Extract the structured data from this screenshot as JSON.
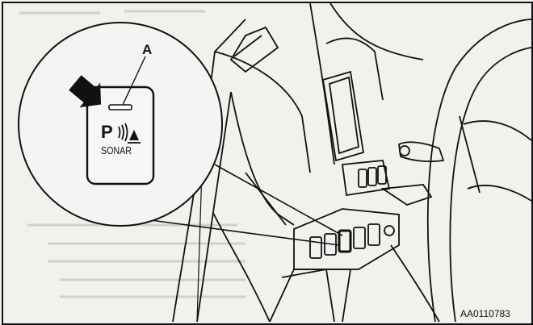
{
  "illustration": {
    "callout_letter": "A",
    "switch_symbol": "P",
    "switch_label": "SONAR",
    "figure_code": "AA0110783",
    "pointer": "arrow-icon",
    "sonar_symbol": "parking-sensor-icon"
  }
}
